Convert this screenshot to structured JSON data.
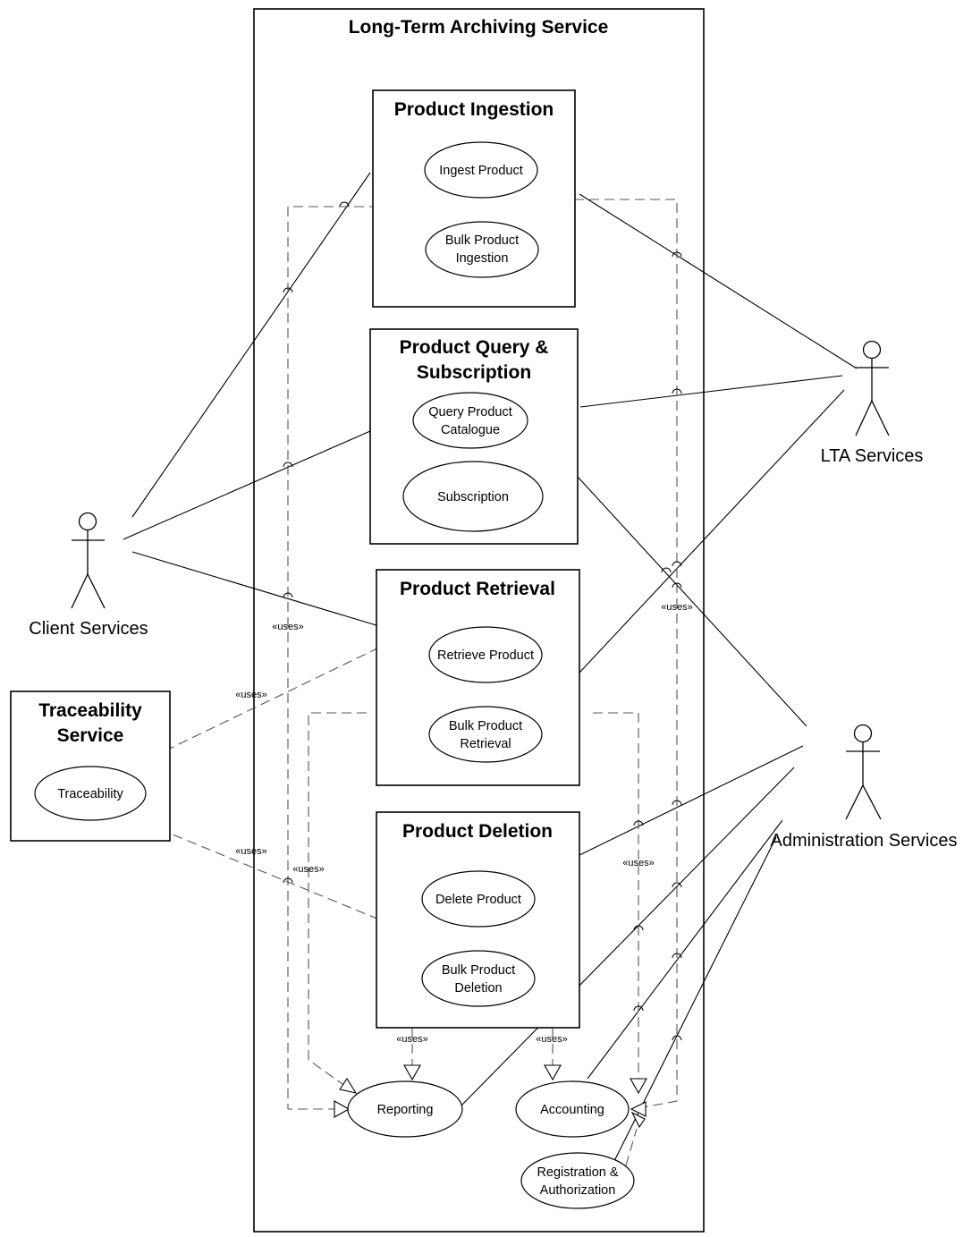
{
  "system": {
    "title": "Long-Term Archiving Service"
  },
  "packages": {
    "ingestion": {
      "title": "Product Ingestion",
      "uc1": "Ingest Product",
      "uc2_line1": "Bulk Product",
      "uc2_line2": "Ingestion"
    },
    "query": {
      "title_line1": "Product Query &",
      "title_line2": "Subscription",
      "uc1_line1": "Query Product",
      "uc1_line2": "Catalogue",
      "uc2": "Subscription"
    },
    "retrieval": {
      "title": "Product Retrieval",
      "uc1": "Retrieve Product",
      "uc2_line1": "Bulk Product",
      "uc2_line2": "Retrieval"
    },
    "deletion": {
      "title": "Product Deletion",
      "uc1": "Delete Product",
      "uc2_line1": "Bulk Product",
      "uc2_line2": "Deletion"
    },
    "traceability": {
      "title_line1": "Traceability",
      "title_line2": "Service",
      "uc1": "Traceability"
    }
  },
  "shared_use_cases": {
    "reporting": "Reporting",
    "accounting": "Accounting",
    "registration_line1": "Registration &",
    "registration_line2": "Authorization"
  },
  "actors": {
    "client": "Client Services",
    "lta": "LTA Services",
    "admin": "Administration Services"
  },
  "relation_label": "«uses»"
}
